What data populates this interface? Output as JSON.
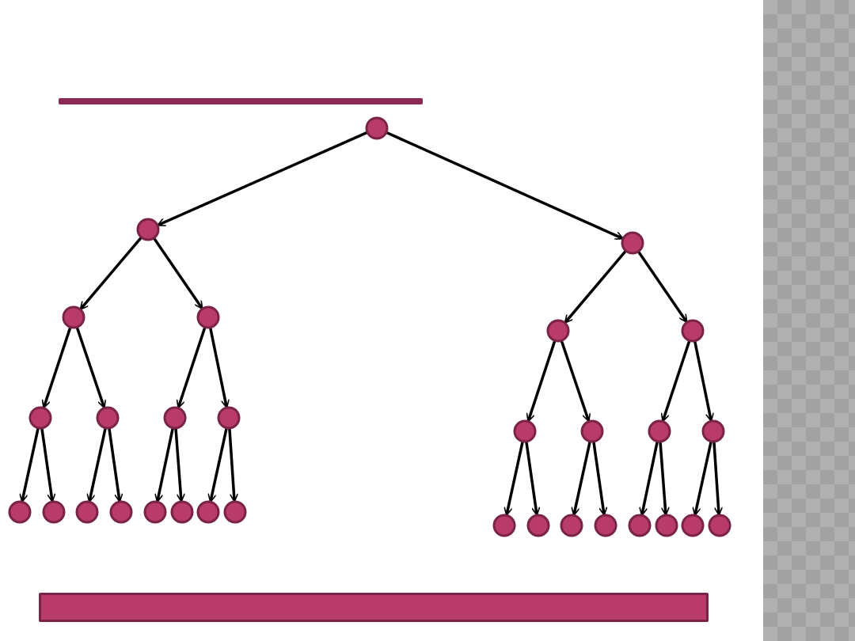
{
  "colors": {
    "node_fill": "#b93b68",
    "node_stroke": "#7a2347",
    "edge": "#000000",
    "accent": "#8a2a52"
  },
  "tree": {
    "depth": 4,
    "branching": 2,
    "subtrees": [
      "left",
      "right"
    ]
  }
}
